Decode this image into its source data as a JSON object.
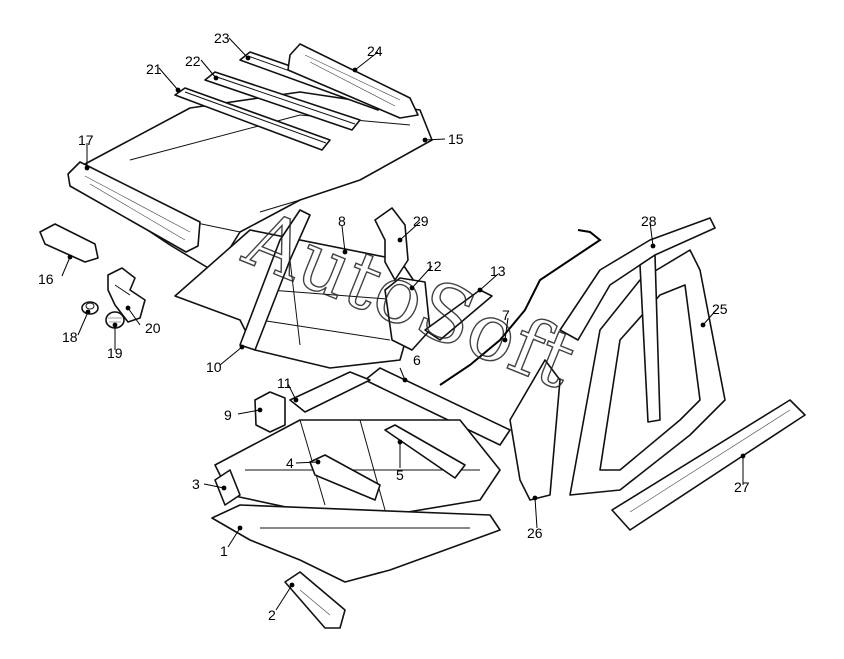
{
  "callouts": [
    "1",
    "2",
    "3",
    "4",
    "5",
    "6",
    "7",
    "8",
    "9",
    "10",
    "11",
    "12",
    "13",
    "15",
    "16",
    "17",
    "18",
    "19",
    "20",
    "21",
    "22",
    "23",
    "24",
    "25",
    "26",
    "27",
    "28",
    "29"
  ],
  "watermark": "AutoSoft"
}
